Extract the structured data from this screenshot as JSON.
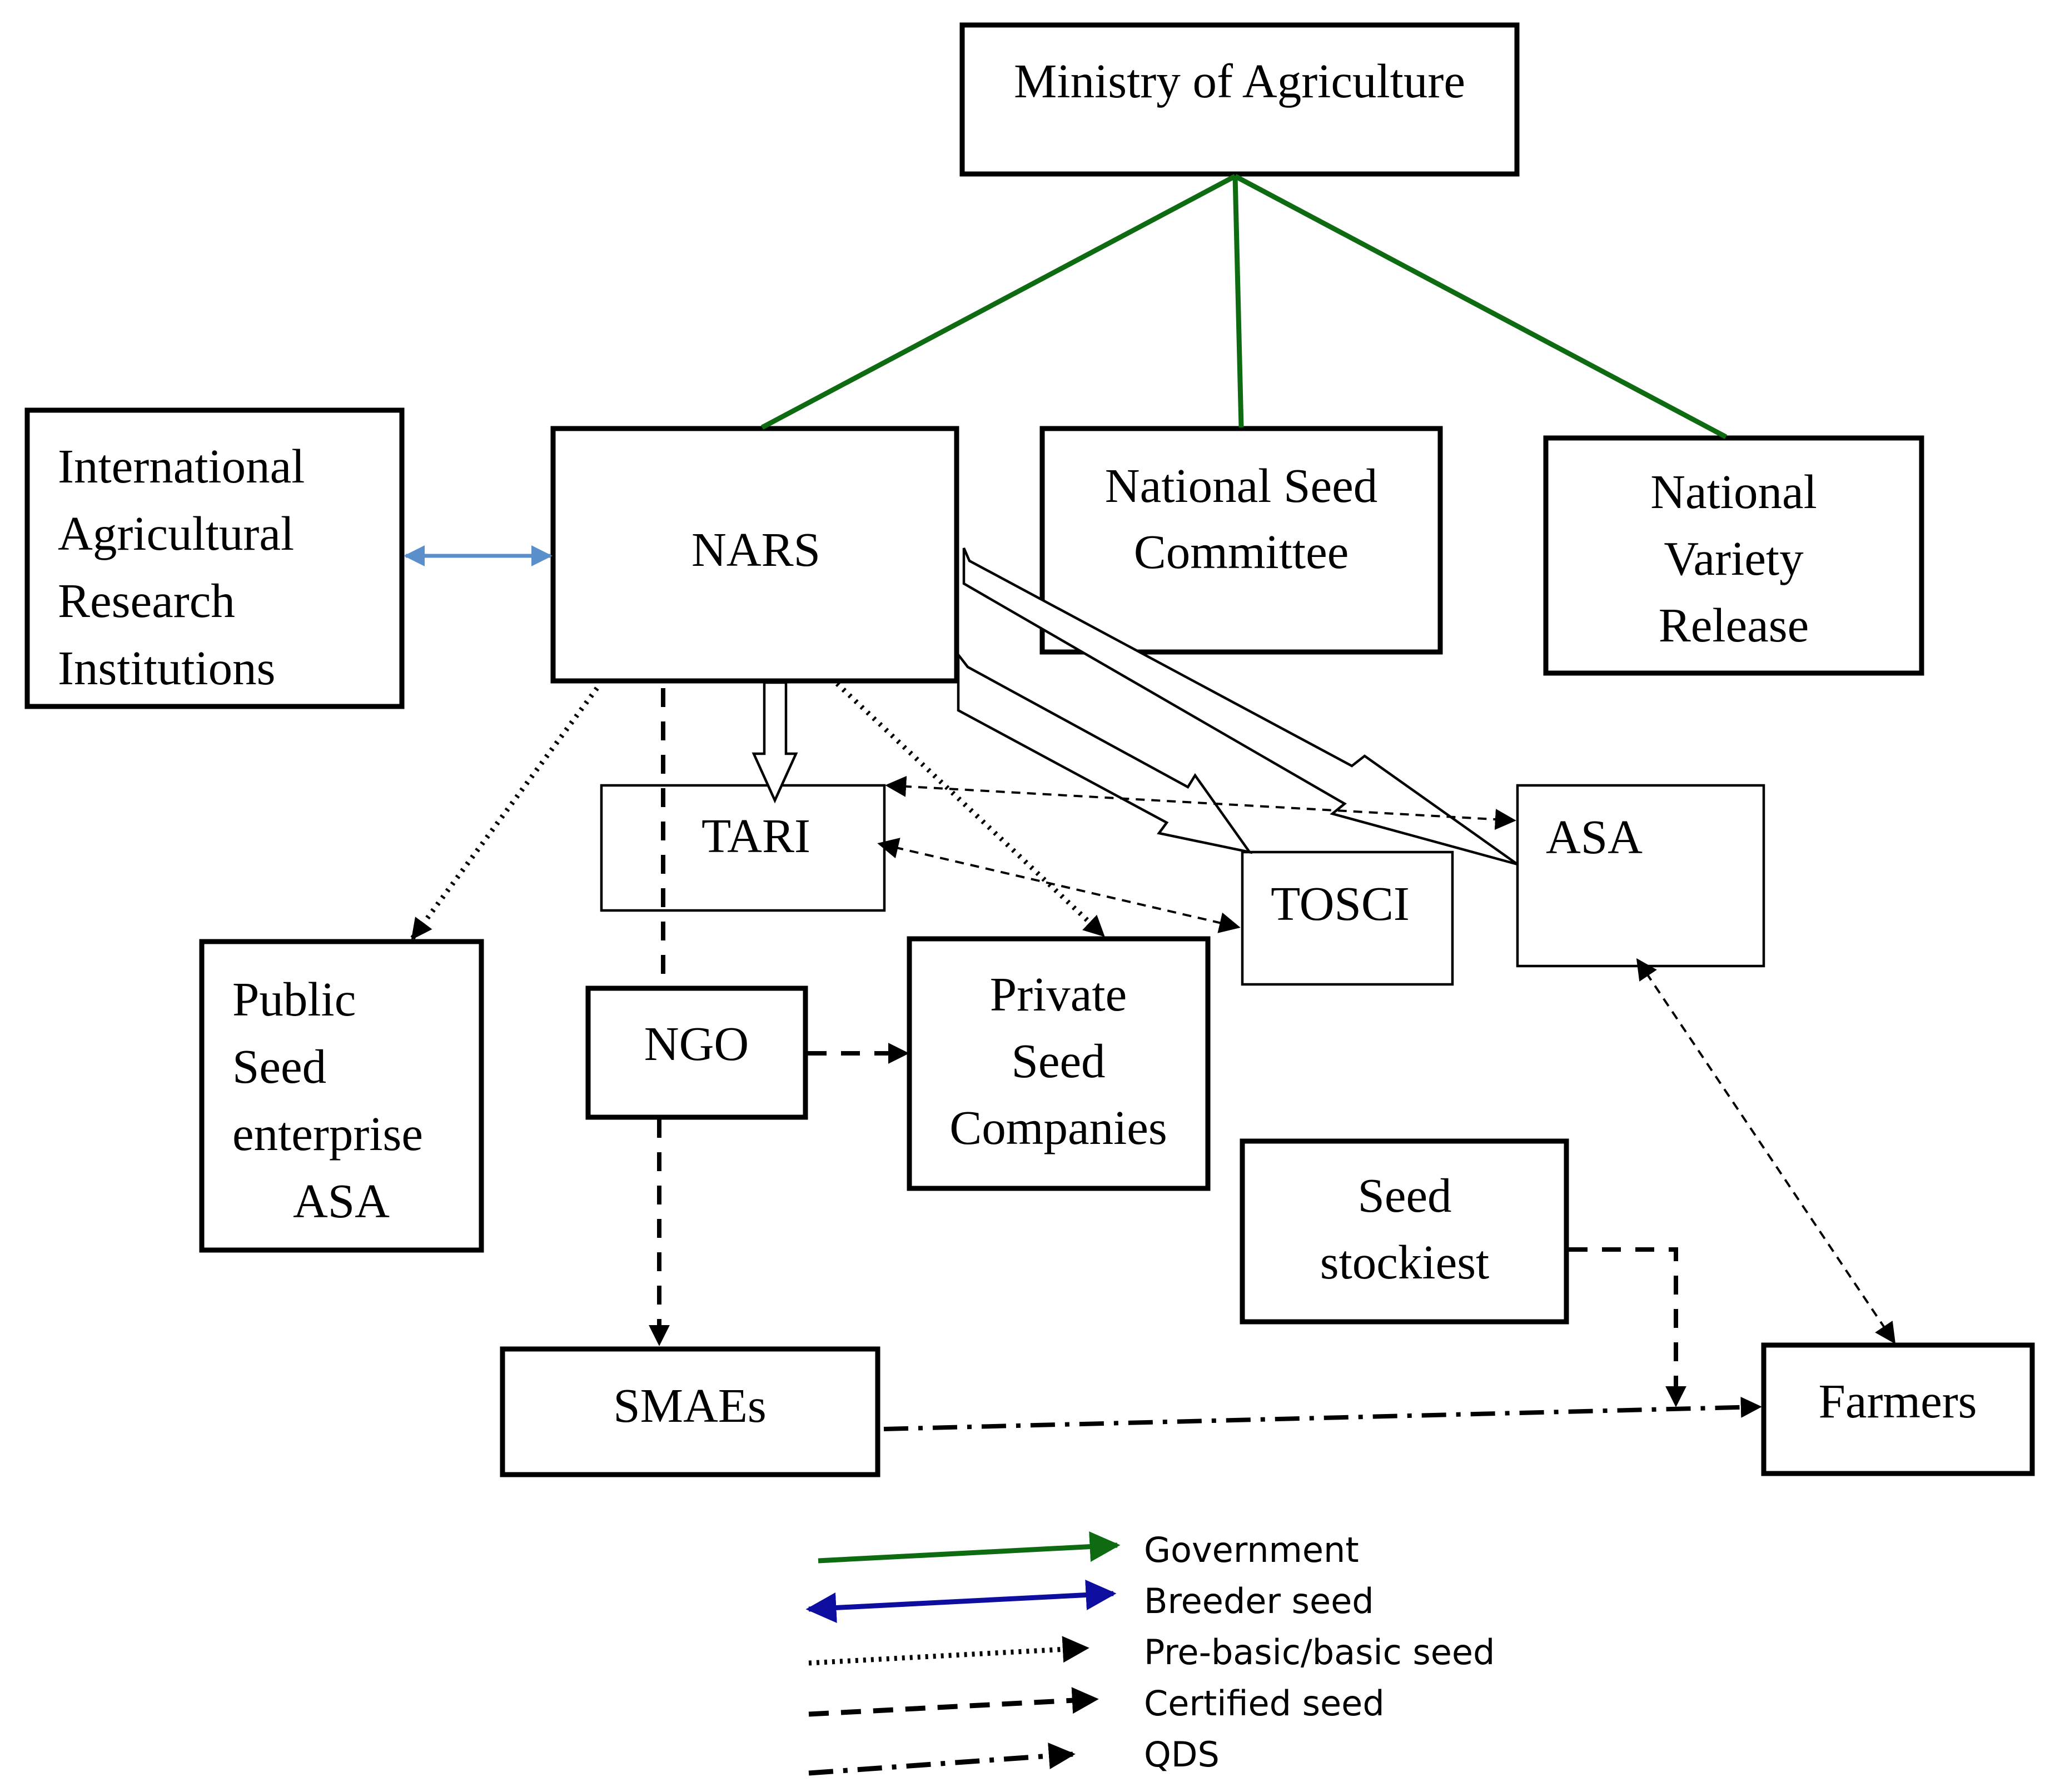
{
  "nodes": {
    "ministry": "Ministry of Agriculture",
    "iari": [
      "International",
      "Agricultural",
      "Research",
      "Institutions"
    ],
    "nars": "NARS",
    "nsc": [
      "National Seed",
      "Committee"
    ],
    "nvr": [
      "National",
      "Variety",
      "Release"
    ],
    "tari": "TARI",
    "asa": "ASA",
    "tosci": "TOSCI",
    "public_seed": [
      "Public",
      "Seed",
      "enterprise",
      "ASA"
    ],
    "ngo": "NGO",
    "private_seed": [
      "Private",
      "Seed",
      "Companies"
    ],
    "seed_stockiest": [
      "Seed",
      "stockiest"
    ],
    "smaes": "SMAEs",
    "farmers": "Farmers"
  },
  "legend": {
    "government": "Government",
    "breeder_seed": "Breeder seed",
    "prebasic_seed": "Pre-basic/basic seed",
    "certified_seed": "Certified seed",
    "qds": "QDS"
  },
  "colors": {
    "government": "#0f6b12",
    "breeder_seed": "#0d0da0",
    "breeder_link": "#5b8fcc",
    "line": "#000000"
  }
}
